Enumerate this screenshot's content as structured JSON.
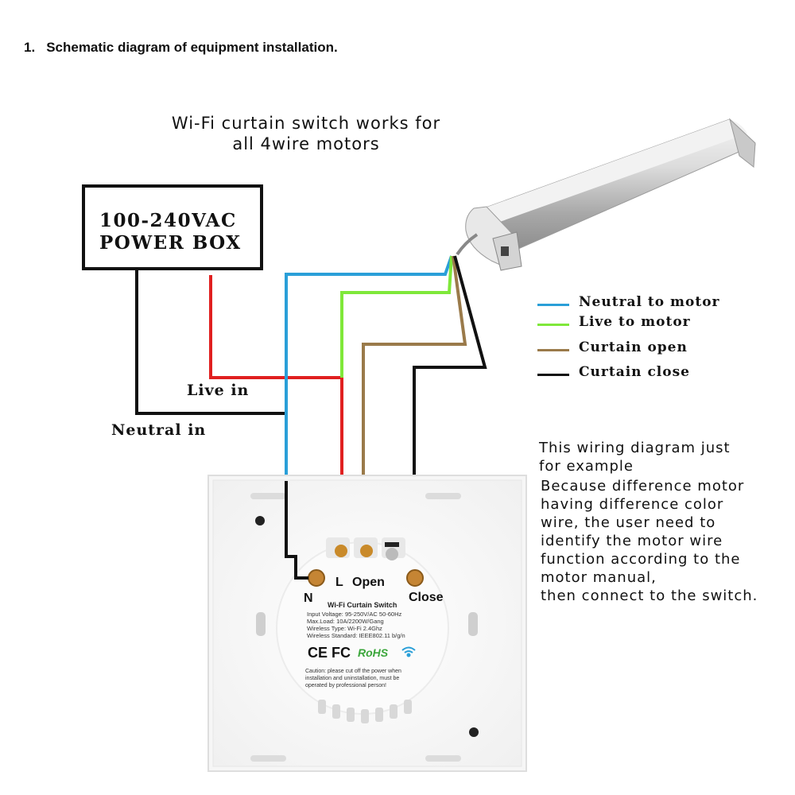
{
  "heading": {
    "number": "1.",
    "text": "Schematic diagram of equipment installation."
  },
  "title": {
    "line1": "Wi-Fi curtain switch works for",
    "line2": "all 4wire motors"
  },
  "power_box": {
    "line1": "100-240VAC",
    "line2": "POWER BOX"
  },
  "wire_labels": {
    "live_in": "Live in",
    "neutral_in": "Neutral in"
  },
  "legend": [
    {
      "label": "Neutral to motor",
      "color": "#2a9fd8"
    },
    {
      "label": "Live to motor",
      "color": "#7fe83a"
    },
    {
      "label": "Curtain open",
      "color": "#9a7a4a"
    },
    {
      "label": "Curtain close",
      "color": "#111111"
    }
  ],
  "wire_colors": {
    "live_in": "#e02020",
    "neutral_in": "#111111"
  },
  "note": {
    "lines_a": [
      "This wiring diagram just",
      "for example"
    ],
    "lines_b": [
      "Because difference motor",
      "having difference color",
      "wire, the user need to",
      "identify the motor wire",
      "function according to the",
      "motor manual,",
      "then connect to the switch."
    ]
  },
  "switch": {
    "terminals": {
      "n": "N",
      "l": "L",
      "open": "Open",
      "close": "Close"
    },
    "product_name": "Wi-Fi Curtain Switch",
    "specs": [
      "Input Voltage: 95-250V/AC 50-60Hz",
      "Max.Load: 10A/2200W/Gang",
      "Wireless Type: Wi-Fi 2.4Ghz",
      "Wireless Standard: IEEE802.11 b/g/n"
    ],
    "cert_ce": "CE",
    "cert_fc": "FC",
    "cert_rohs": "RoHS",
    "caution": [
      "Caution: please cut off the power when",
      "installation and uninstallation, must be",
      "operated by professional person!"
    ]
  }
}
